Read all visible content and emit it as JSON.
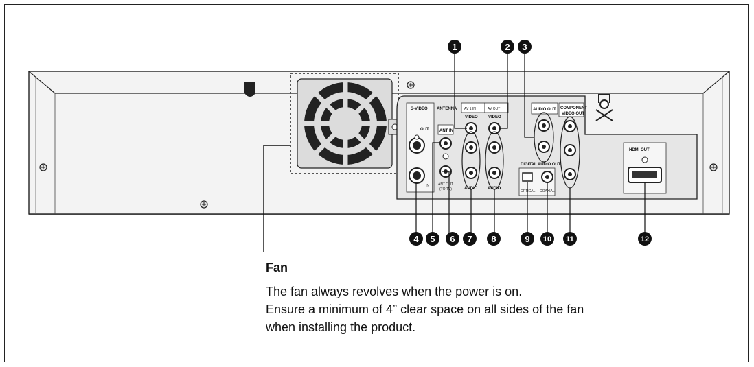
{
  "panel_labels": {
    "s_video": "S-VIDEO",
    "s_video_out": "OUT",
    "s_video_in": "IN",
    "antenna": "ANTENNA",
    "ant_in": "ANT IN",
    "ant_out": "ANT OUT",
    "ant_out_sub": "(TO TV)",
    "av1_in": "AV 1 IN",
    "av_out": "AV OUT",
    "video_1": "VIDEO",
    "video_2": "VIDEO",
    "audio_1": "AUDIO",
    "audio_2": "AUDIO",
    "audio_out": "AUDIO OUT",
    "component_1": "COMPONENT",
    "component_2": "VIDEO OUT",
    "digital_audio_out": "DIGITAL AUDIO OUT",
    "optical": "OPTICAL",
    "coaxial": "COAXIAL",
    "hdmi_out": "HDMI OUT"
  },
  "callouts": [
    "1",
    "2",
    "3",
    "4",
    "5",
    "6",
    "7",
    "8",
    "9",
    "10",
    "11",
    "12"
  ],
  "fan_note": {
    "title": "Fan",
    "lines": [
      "The fan always revolves when the power is on.",
      "Ensure a minimum of 4” clear space on all sides of the fan",
      "when installing the product."
    ]
  },
  "colors": {
    "chassis": "#f2f2f2",
    "panel": "#e4e4e4",
    "badge": "#111111",
    "outline": "#222222"
  }
}
